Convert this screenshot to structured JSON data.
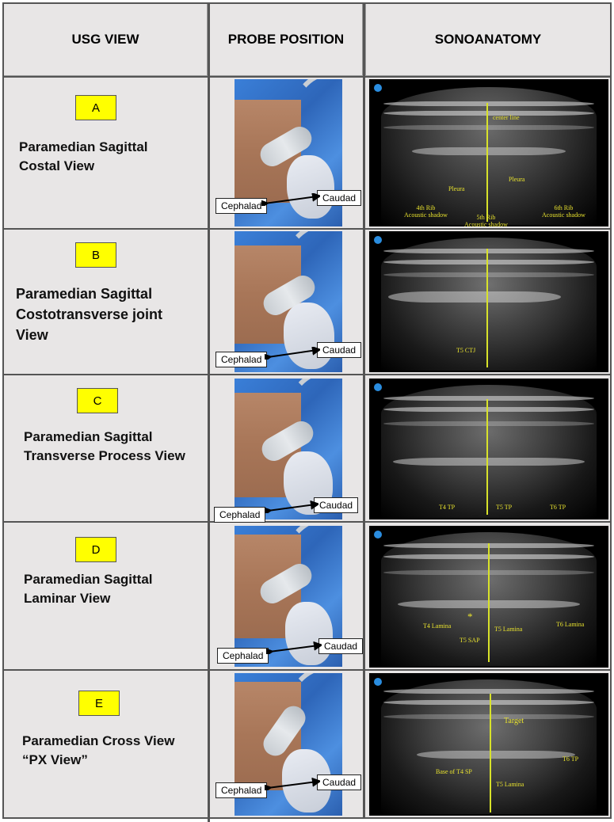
{
  "header": {
    "col1": "USG VIEW",
    "col2": "PROBE POSITION",
    "col3": "SONOANATOMY"
  },
  "colors": {
    "badge": "#ffff00",
    "annotation": "#e7e12e",
    "center_line": "#d8e22a",
    "cell_bg": "#e8e6e6"
  },
  "rows": [
    {
      "letter": "A",
      "title": "Paramedian Sagittal\nCostal View",
      "cephalad": "Cephalad",
      "caudad": "Caudad",
      "annotations": [
        "center line",
        "Pleura",
        "Pleura",
        "4th Rib\nAcoustic shadow",
        "5th Rib\nAcoustic shadow",
        "6th Rib\nAcoustic shadow"
      ]
    },
    {
      "letter": "B",
      "title": "Paramedian Sagittal\nCostotransverse joint\nView",
      "cephalad": "Cephalad",
      "caudad": "Caudad",
      "annotations": [
        "T5 CTJ"
      ]
    },
    {
      "letter": "C",
      "title": "Paramedian Sagittal\nTransverse Process View",
      "cephalad": "Cephalad",
      "caudad": "Caudad",
      "annotations": [
        "T4 TP",
        "T5 TP",
        "T6 TP"
      ]
    },
    {
      "letter": "D",
      "title": "Paramedian Sagittal\nLaminar View",
      "cephalad": "Cephalad",
      "caudad": "Caudad",
      "annotations": [
        "T4 Lamina",
        "*",
        "T5 SAP",
        "T5 Lamina",
        "T6 Lamina"
      ]
    },
    {
      "letter": "E",
      "title": "Paramedian Cross View\n        “PX View”",
      "cephalad": "Cephalad",
      "caudad": "Caudad",
      "annotations": [
        "Target",
        "Base of T4 SP",
        "T5 Lamina",
        "T6 TP"
      ]
    }
  ]
}
